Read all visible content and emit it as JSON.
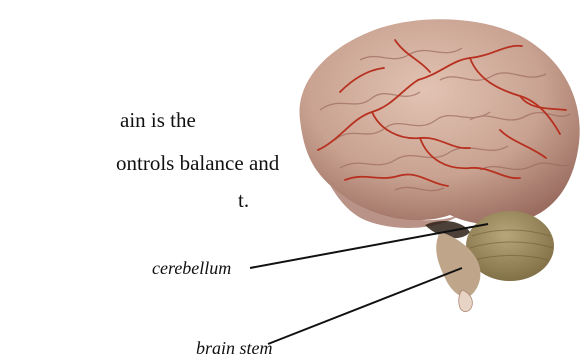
{
  "paragraph": {
    "line1": "ain is the",
    "line2": "ontrols balance and",
    "line3": "t."
  },
  "labels": {
    "cerebellum": "cerebellum",
    "brain_stem": "brain stem"
  },
  "colors": {
    "cerebrum": "#c9a291",
    "cerebrum_shadow": "#a9786a",
    "vessels": "#b8301f",
    "cerebellum": "#9c8a5c",
    "stem": "#bfa58a",
    "lines": "#111111"
  }
}
